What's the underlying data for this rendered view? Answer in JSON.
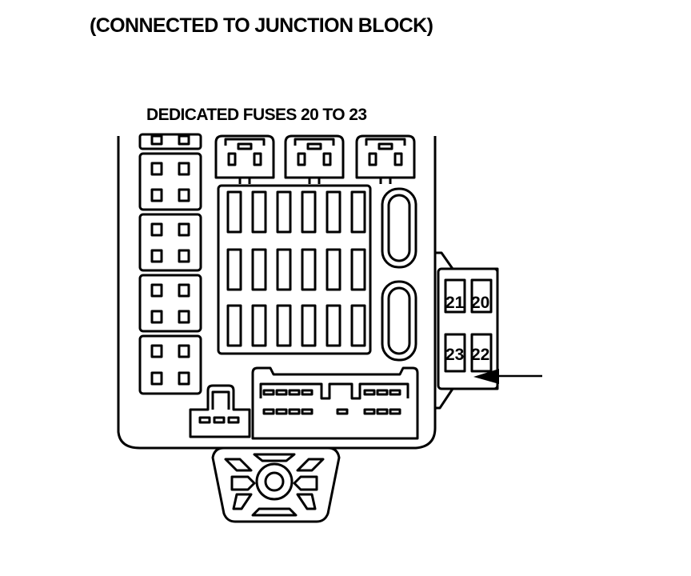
{
  "header": {
    "title": "(CONNECTED TO JUNCTION BLOCK)",
    "subtitle": "DEDICATED FUSES 20 TO 23"
  },
  "dedicated_fuses": [
    {
      "id": "fuse-21",
      "label": "21"
    },
    {
      "id": "fuse-20",
      "label": "20"
    },
    {
      "id": "fuse-23",
      "label": "23"
    },
    {
      "id": "fuse-22",
      "label": "22"
    }
  ],
  "colors": {
    "line": "#000000",
    "background": "#ffffff"
  }
}
